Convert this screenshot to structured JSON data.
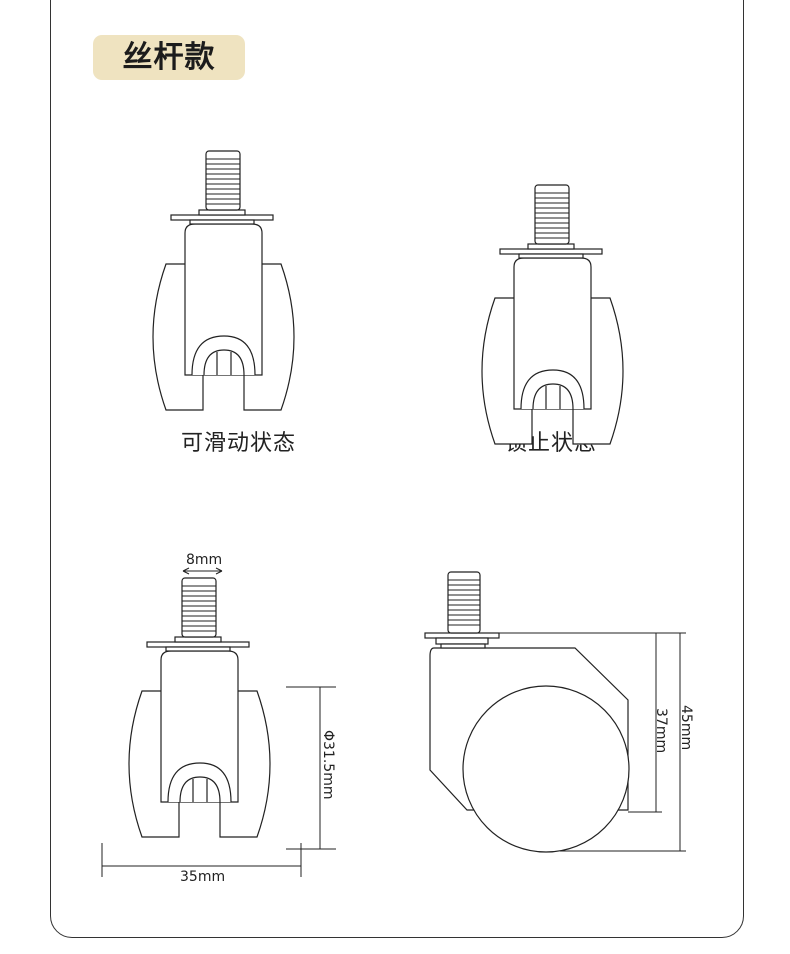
{
  "badge": {
    "title": "丝杆款"
  },
  "captions": {
    "sliding": "可滑动状态",
    "locked": "锁止状态"
  },
  "dimensions": {
    "stem": "8mm",
    "wheel_diameter": "Φ31.5mm",
    "width": "35mm",
    "total_height": "45mm",
    "body_height": "37mm"
  },
  "colors": {
    "badge_bg": "#efe3c0",
    "line": "#222222"
  }
}
